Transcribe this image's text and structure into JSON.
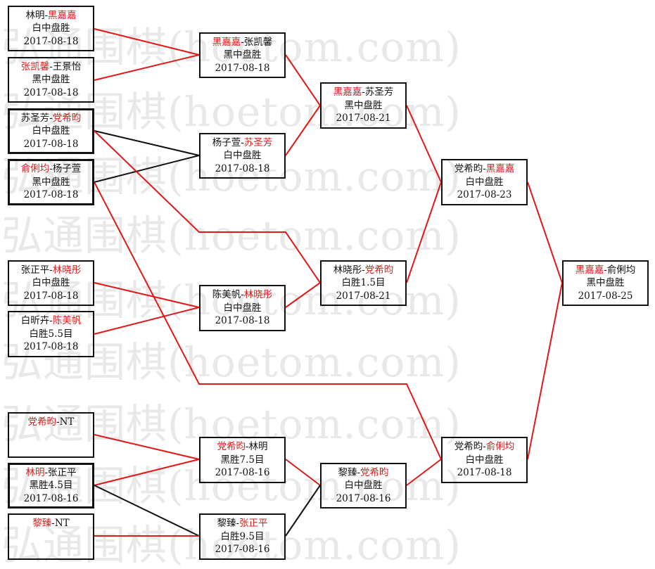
{
  "watermark": "弘通围棋(hoetom.com)",
  "matches": [
    {
      "id": "m1",
      "a": "林明",
      "b": "黑嘉嘉",
      "winner": "b",
      "result": "白中盘胜",
      "date": "2017-08-18"
    },
    {
      "id": "m2",
      "a": "张凯馨",
      "b": "王景怡",
      "winner": "a",
      "result": "黑中盘胜",
      "date": "2017-08-18"
    },
    {
      "id": "m3",
      "a": "苏圣芳",
      "b": "党希昀",
      "winner": "b",
      "result": "白中盘胜",
      "date": "2017-08-18"
    },
    {
      "id": "m4",
      "a": "俞俐均",
      "b": "杨子萱",
      "winner": "a",
      "result": "黑中盘胜",
      "date": "2017-08-18"
    },
    {
      "id": "m5",
      "a": "张正平",
      "b": "林晓彤",
      "winner": "b",
      "result": "白中盘胜",
      "date": "2017-08-18"
    },
    {
      "id": "m6",
      "a": "白昕卉",
      "b": "陈美帆",
      "winner": "b",
      "result": "白胜5.5目",
      "date": "2017-08-18"
    },
    {
      "id": "m7",
      "a": "党希昀",
      "b": "NT",
      "winner": "a",
      "result": "",
      "date": ""
    },
    {
      "id": "m8",
      "a": "林明",
      "b": "张正平",
      "winner": "a",
      "result": "黑胜4.5目",
      "date": "2017-08-16"
    },
    {
      "id": "m9",
      "a": "黎臻",
      "b": "NT",
      "winner": "a",
      "result": "",
      "date": ""
    },
    {
      "id": "m10",
      "a": "黑嘉嘉",
      "b": "张凯馨",
      "winner": "a",
      "result": "黑中盘胜",
      "date": "2017-08-18"
    },
    {
      "id": "m11",
      "a": "杨子萱",
      "b": "苏圣芳",
      "winner": "b",
      "result": "白中盘胜",
      "date": "2017-08-18"
    },
    {
      "id": "m12",
      "a": "陈美帆",
      "b": "林晓彤",
      "winner": "b",
      "result": "白中盘胜",
      "date": "2017-08-18"
    },
    {
      "id": "m13",
      "a": "党希昀",
      "b": "林明",
      "winner": "a",
      "result": "黑胜7.5目",
      "date": "2017-08-16"
    },
    {
      "id": "m14",
      "a": "黎臻",
      "b": "张正平",
      "winner": "b",
      "result": "白胜9.5目",
      "date": "2017-08-16"
    },
    {
      "id": "m15",
      "a": "黑嘉嘉",
      "b": "苏圣芳",
      "winner": "a",
      "result": "黑中盘胜",
      "date": "2017-08-21"
    },
    {
      "id": "m16",
      "a": "林晓彤",
      "b": "党希昀",
      "winner": "b",
      "result": "白胜1.5目",
      "date": "2017-08-21"
    },
    {
      "id": "m17",
      "a": "黎臻",
      "b": "党希昀",
      "winner": "b",
      "result": "白中盘胜",
      "date": "2017-08-16"
    },
    {
      "id": "m18",
      "a": "党希昀",
      "b": "黑嘉嘉",
      "winner": "b",
      "result": "白中盘胜",
      "date": "2017-08-23"
    },
    {
      "id": "m19",
      "a": "党希昀",
      "b": "俞俐均",
      "winner": "b",
      "result": "白中盘胜",
      "date": "2017-08-18"
    },
    {
      "id": "m20",
      "a": "黑嘉嘉",
      "b": "俞俐均",
      "winner": "a",
      "result": "黑中盘胜",
      "date": "2017-08-25"
    }
  ],
  "colors": {
    "winner": "#d42020",
    "loser_path": "#111111",
    "line_red": "#e01818",
    "text": "#111111",
    "watermark": "#e8e8e8"
  }
}
